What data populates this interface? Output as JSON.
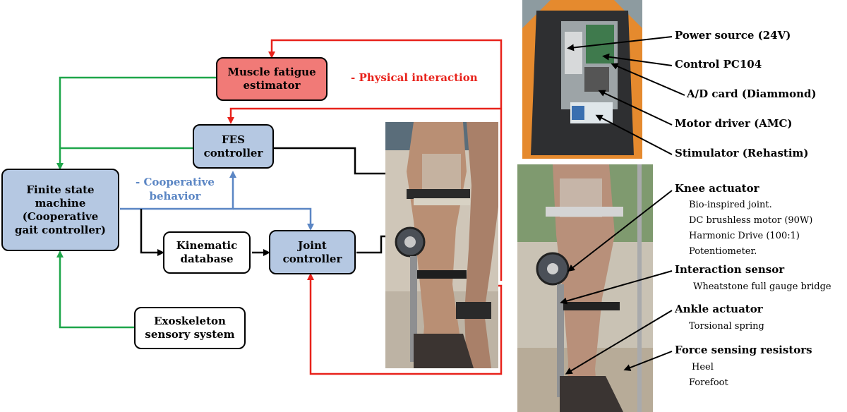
{
  "blocks": {
    "muscle_fatigue": "Muscle fatigue\nestimator",
    "fes": "FES\ncontroller",
    "fsm": "Finite state\nmachine\n(Cooperative\ngait controller)",
    "kinematic": "Kinematic\ndatabase",
    "joint": "Joint\ncontroller",
    "sensory": "Exoskeleton\nsensory system"
  },
  "labels": {
    "physical_interaction": "- Physical interaction",
    "cooperative_behavior": "- Cooperative\nbehavior"
  },
  "colors": {
    "feedback_green": "#1ea64a",
    "cooperative_blue": "#5b86c4",
    "physical_red": "#e8221b",
    "block_blue": "#b5c8e2",
    "block_red": "#f17a77"
  },
  "backpack_annotations": [
    "Power source (24V)",
    "Control PC104",
    "A/D card (Diammond)",
    "Motor driver (AMC)",
    "Stimulator (Rehastim)"
  ],
  "leg_annotations": {
    "knee": {
      "title": "Knee actuator",
      "items": [
        "Bio-inspired joint.",
        "DC brushless motor  (90W)",
        "Harmonic Drive (100:1)",
        "Potentiometer."
      ]
    },
    "interaction": {
      "title": "Interaction sensor",
      "items": [
        "Wheatstone full gauge bridge"
      ]
    },
    "ankle": {
      "title": "Ankle actuator",
      "items": [
        "Torsional spring"
      ]
    },
    "fsr": {
      "title": "Force sensing resistors",
      "items": [
        "Heel",
        "Forefoot"
      ]
    }
  }
}
